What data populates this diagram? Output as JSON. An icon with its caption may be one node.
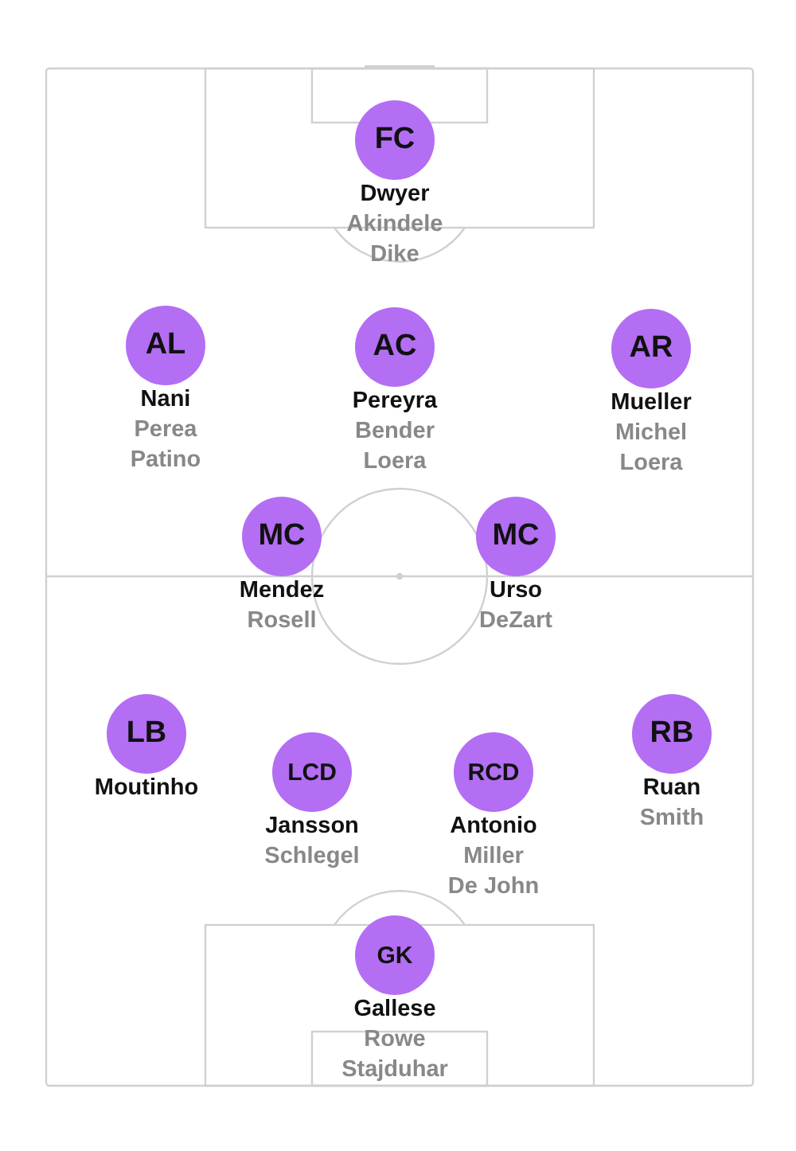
{
  "diagram": {
    "nodes": [
      {
        "text": [
          "FC"
        ],
        "beside": [
          "Dwyer",
          "Akindele",
          "Dike"
        ]
      },
      {
        "text": [
          "AL"
        ],
        "beside": [
          "Nani",
          "Perea",
          "Patino"
        ]
      },
      {
        "text": [
          "AC"
        ],
        "beside": [
          "Pereyra",
          "Bender",
          "Loera"
        ]
      },
      {
        "text": [
          "AR"
        ],
        "beside": [
          "Mueller",
          "Michel",
          "Loera"
        ]
      },
      {
        "text": [
          "MC"
        ],
        "beside": [
          "Mendez",
          "Rosell"
        ]
      },
      {
        "text": [
          "MC"
        ],
        "beside": [
          "Urso",
          "DeZart"
        ]
      },
      {
        "text": [
          "LB"
        ],
        "beside": [
          "Moutinho"
        ]
      },
      {
        "text": [
          "LCD"
        ],
        "beside": [
          "Jansson",
          "Schlegel"
        ]
      },
      {
        "text": [
          "RCD"
        ],
        "beside": [
          "Antonio",
          "Miller",
          "De John"
        ]
      },
      {
        "text": [
          "RB"
        ],
        "beside": [
          "Ruan",
          "Smith"
        ]
      },
      {
        "text": [
          "GK"
        ],
        "beside": [
          "Gallese",
          "Rowe",
          "Stajduhar"
        ]
      }
    ]
  }
}
